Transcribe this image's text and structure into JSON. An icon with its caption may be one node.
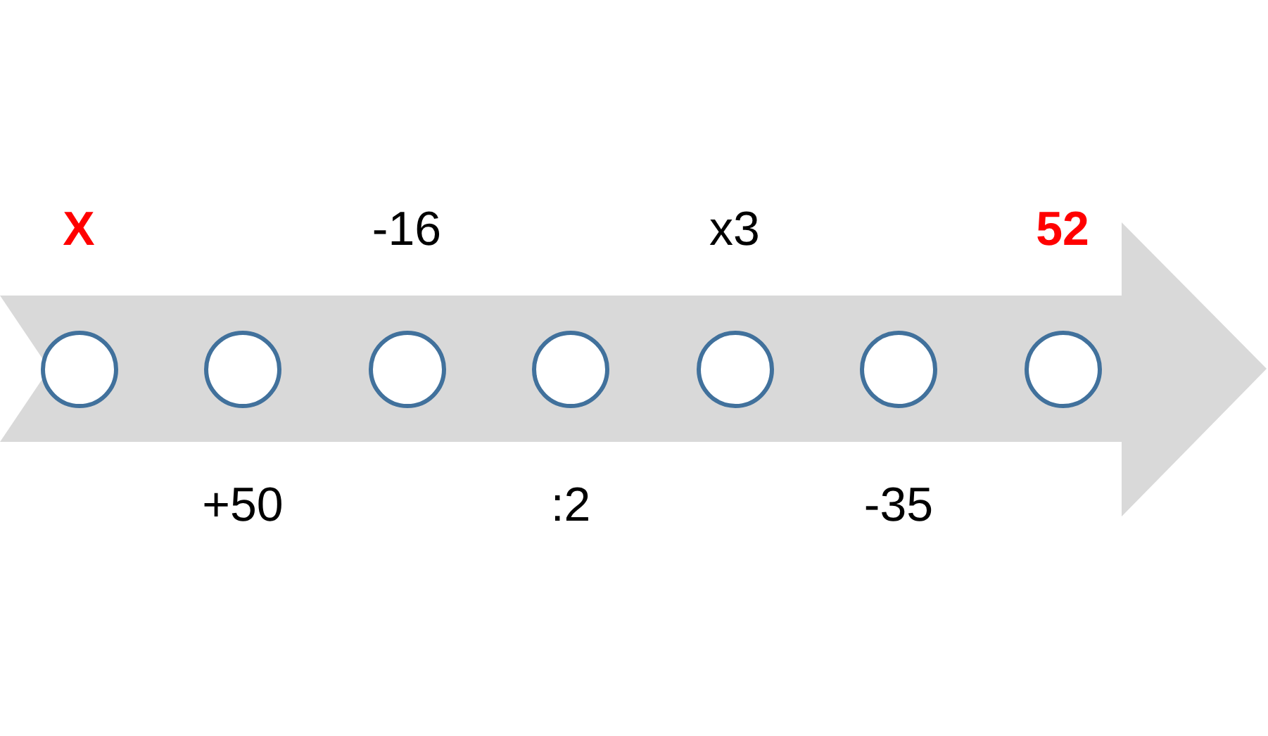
{
  "diagram": {
    "nodes": [
      {
        "text": [],
        "shape": "circle",
        "beside": [
          "X"
        ]
      },
      {
        "text": [],
        "shape": "circle",
        "beside": [
          "+50"
        ]
      },
      {
        "text": [],
        "shape": "circle",
        "beside": [
          "-16"
        ]
      },
      {
        "text": [],
        "shape": "circle",
        "beside": [
          ":2"
        ]
      },
      {
        "text": [],
        "shape": "circle",
        "beside": [
          "x3"
        ]
      },
      {
        "text": [],
        "shape": "circle",
        "beside": [
          "-35"
        ]
      },
      {
        "text": [],
        "shape": "circle",
        "beside": [
          "52"
        ]
      }
    ]
  }
}
